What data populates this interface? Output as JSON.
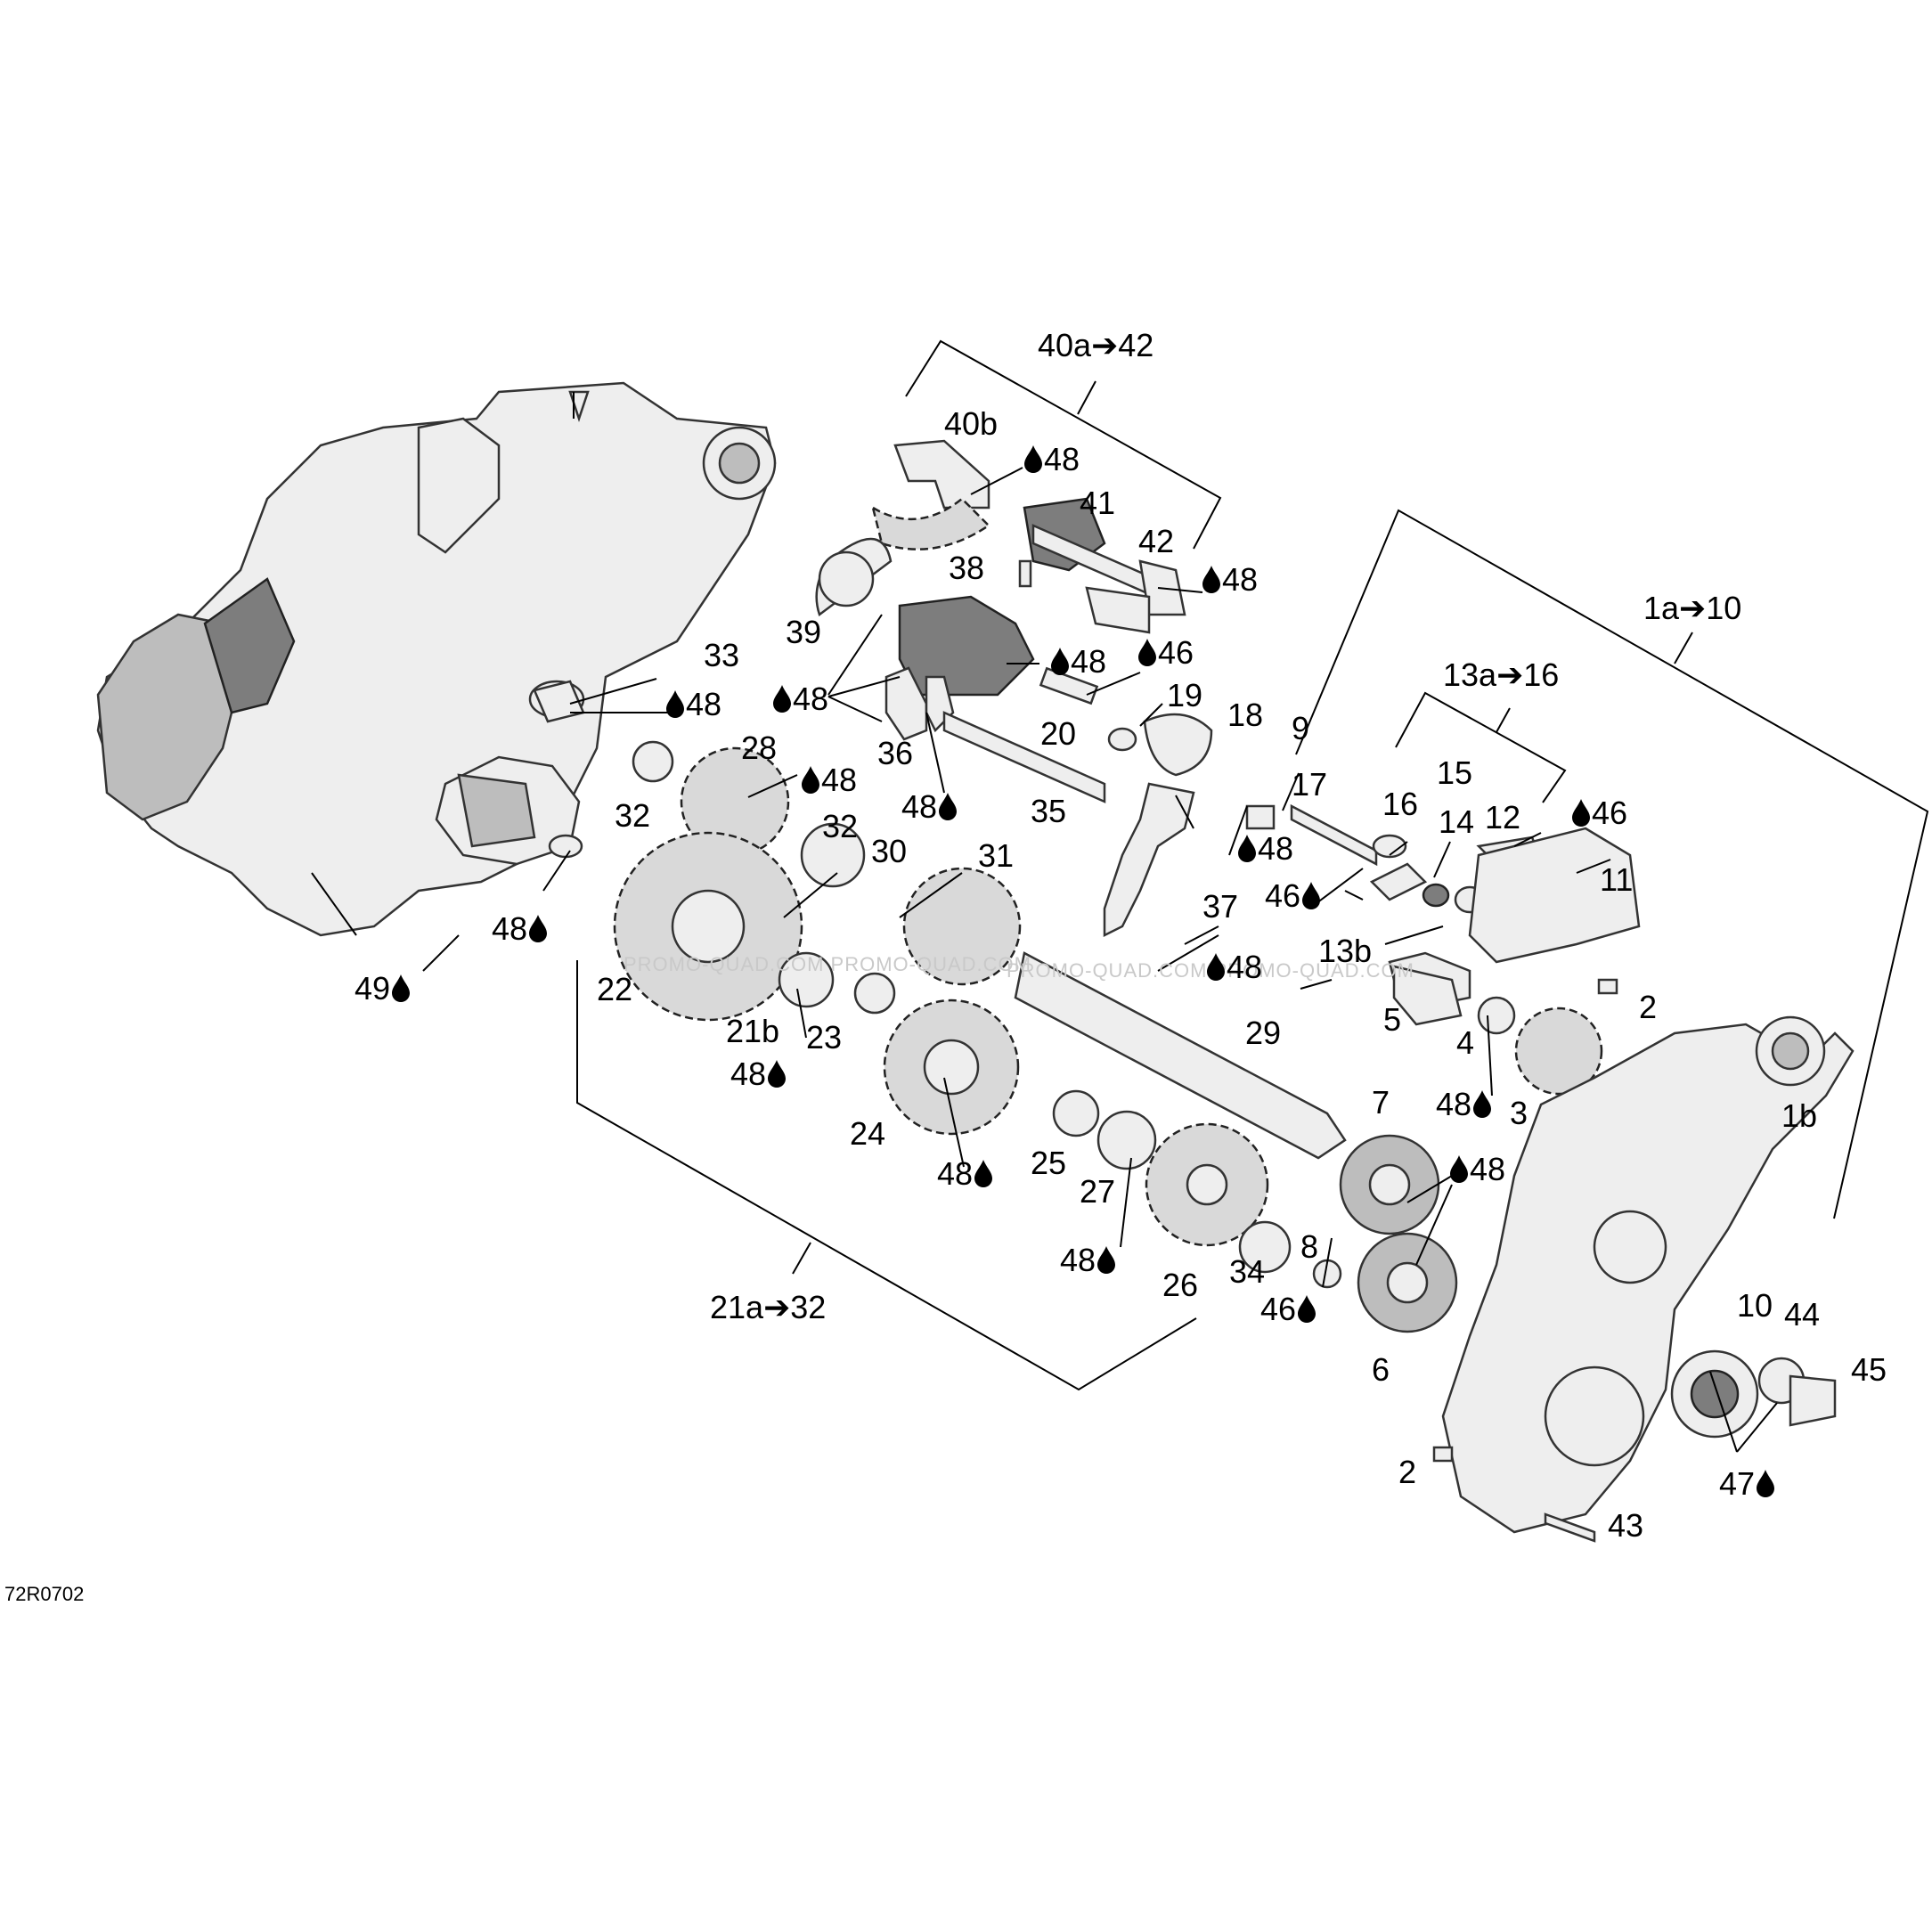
{
  "diagram_ref": "72R0702",
  "watermark": "PROMO-QUAD.COM  PROMO-QUAD.COM",
  "callouts": [
    {
      "id": "c40a",
      "text": "40a➔42",
      "drop": false
    },
    {
      "id": "c40b",
      "text": "40b",
      "drop": false
    },
    {
      "id": "c48a",
      "text": "48",
      "drop": true
    },
    {
      "id": "c41",
      "text": "41",
      "drop": false
    },
    {
      "id": "c42",
      "text": "42",
      "drop": false
    },
    {
      "id": "c48b",
      "text": "48",
      "drop": true
    },
    {
      "id": "c38",
      "text": "38",
      "drop": false
    },
    {
      "id": "c39",
      "text": "39",
      "drop": false
    },
    {
      "id": "c48c",
      "text": "48",
      "drop": true
    },
    {
      "id": "c46a",
      "text": "46",
      "drop": true
    },
    {
      "id": "c33",
      "text": "33",
      "drop": false
    },
    {
      "id": "c48d",
      "text": "48",
      "drop": true
    },
    {
      "id": "c48e",
      "text": "48",
      "drop": true
    },
    {
      "id": "c19",
      "text": "19",
      "drop": false
    },
    {
      "id": "c20",
      "text": "20",
      "drop": false
    },
    {
      "id": "c18",
      "text": "18",
      "drop": false
    },
    {
      "id": "c36",
      "text": "36",
      "drop": false
    },
    {
      "id": "c28",
      "text": "28",
      "drop": false
    },
    {
      "id": "c48f",
      "text": "48",
      "drop": true
    },
    {
      "id": "c32a",
      "text": "32",
      "drop": false
    },
    {
      "id": "c48g",
      "text": "48",
      "drop": true
    },
    {
      "id": "c35",
      "text": "35",
      "drop": false
    },
    {
      "id": "c32b",
      "text": "32",
      "drop": false
    },
    {
      "id": "c30",
      "text": "30",
      "drop": false
    },
    {
      "id": "c31",
      "text": "31",
      "drop": false
    },
    {
      "id": "c48h",
      "text": "48",
      "drop": true
    },
    {
      "id": "c49",
      "text": "49",
      "drop": true
    },
    {
      "id": "c22",
      "text": "22",
      "drop": false
    },
    {
      "id": "c21b",
      "text": "21b",
      "drop": false
    },
    {
      "id": "c23",
      "text": "23",
      "drop": false
    },
    {
      "id": "c48i",
      "text": "48",
      "drop": true
    },
    {
      "id": "c24",
      "text": "24",
      "drop": false
    },
    {
      "id": "c48j",
      "text": "48",
      "drop": true
    },
    {
      "id": "c37",
      "text": "37",
      "drop": false
    },
    {
      "id": "c48k",
      "text": "48",
      "drop": true
    },
    {
      "id": "c48l",
      "text": "48",
      "drop": true
    },
    {
      "id": "c29",
      "text": "29",
      "drop": false
    },
    {
      "id": "c25",
      "text": "25",
      "drop": false
    },
    {
      "id": "c27",
      "text": "27",
      "drop": false
    },
    {
      "id": "c48m",
      "text": "48",
      "drop": true
    },
    {
      "id": "c26",
      "text": "26",
      "drop": false
    },
    {
      "id": "c34",
      "text": "34",
      "drop": false
    },
    {
      "id": "c8",
      "text": "8",
      "drop": false
    },
    {
      "id": "c46b",
      "text": "46",
      "drop": true
    },
    {
      "id": "c21a",
      "text": "21a➔32",
      "drop": false
    },
    {
      "id": "c1a",
      "text": "1a➔10",
      "drop": false
    },
    {
      "id": "c13a",
      "text": "13a➔16",
      "drop": false
    },
    {
      "id": "c9",
      "text": "9",
      "drop": false
    },
    {
      "id": "c17",
      "text": "17",
      "drop": false
    },
    {
      "id": "c16",
      "text": "16",
      "drop": false
    },
    {
      "id": "c15",
      "text": "15",
      "drop": false
    },
    {
      "id": "c14",
      "text": "14",
      "drop": false
    },
    {
      "id": "c12",
      "text": "12",
      "drop": false
    },
    {
      "id": "c46c",
      "text": "46",
      "drop": true
    },
    {
      "id": "c46d",
      "text": "46",
      "drop": true
    },
    {
      "id": "c11",
      "text": "11",
      "drop": false
    },
    {
      "id": "c13b",
      "text": "13b",
      "drop": false
    },
    {
      "id": "c5",
      "text": "5",
      "drop": false
    },
    {
      "id": "c2a",
      "text": "2",
      "drop": false
    },
    {
      "id": "c4",
      "text": "4",
      "drop": false
    },
    {
      "id": "c48n",
      "text": "48",
      "drop": true
    },
    {
      "id": "c3",
      "text": "3",
      "drop": false
    },
    {
      "id": "c1b",
      "text": "1b",
      "drop": false
    },
    {
      "id": "c7",
      "text": "7",
      "drop": false
    },
    {
      "id": "c48o",
      "text": "48",
      "drop": true
    },
    {
      "id": "c6",
      "text": "6",
      "drop": false
    },
    {
      "id": "c10",
      "text": "10",
      "drop": false
    },
    {
      "id": "c44",
      "text": "44",
      "drop": false
    },
    {
      "id": "c45",
      "text": "45",
      "drop": false
    },
    {
      "id": "c2b",
      "text": "2",
      "drop": false
    },
    {
      "id": "c47",
      "text": "47",
      "drop": true
    },
    {
      "id": "c43",
      "text": "43",
      "drop": false
    }
  ]
}
